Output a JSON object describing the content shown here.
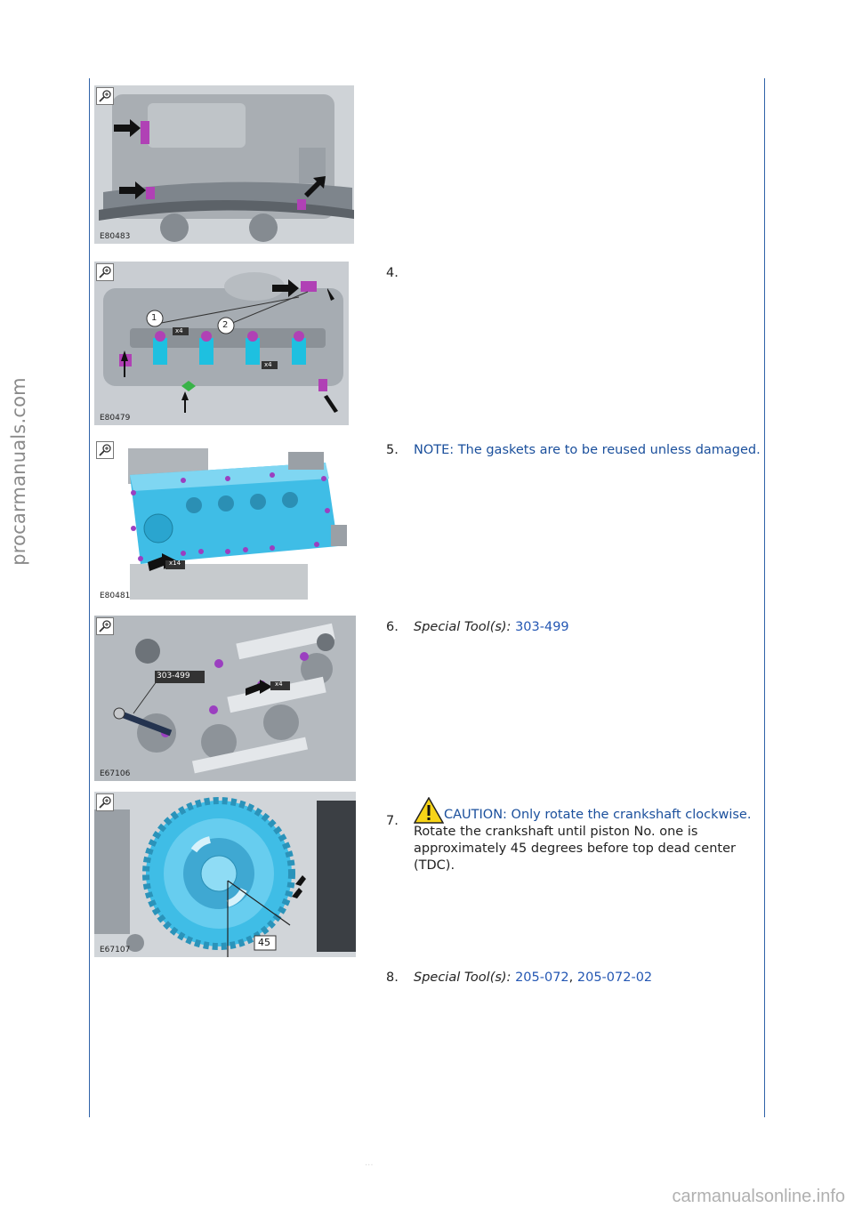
{
  "side_watermark": "procarmanuals.com",
  "footer_watermark": "carmanualsonline.info",
  "page_number": "...",
  "zoom_icon": "magnify-plus-icon",
  "warning_icon": "warning-triangle-icon",
  "figures": [
    {
      "id": "E80483"
    },
    {
      "id": "E80479",
      "callout_1": "1",
      "callout_2": "2",
      "qty_a": "x4",
      "qty_b": "x4"
    },
    {
      "id": "E80481",
      "qty": "x14"
    },
    {
      "id": "E67106",
      "tool": "303-499",
      "qty": "x4"
    },
    {
      "id": "E67107",
      "angle": "45"
    }
  ],
  "steps": [
    {
      "num": "4."
    },
    {
      "num": "5.",
      "note": "NOTE: The gaskets are to be reused unless damaged."
    },
    {
      "num": "6.",
      "label": "Special Tool(s):",
      "tool": "303-499"
    },
    {
      "num": "7.",
      "caution": "CAUTION: Only rotate the crankshaft clockwise.",
      "text": "Rotate the crankshaft until piston No. one is approximately 45 degrees before top dead center (TDC)."
    },
    {
      "num": "8.",
      "label": "Special Tool(s):",
      "tool_1": "205-072",
      "sep": ",",
      "tool_2": "205-072-02"
    }
  ]
}
